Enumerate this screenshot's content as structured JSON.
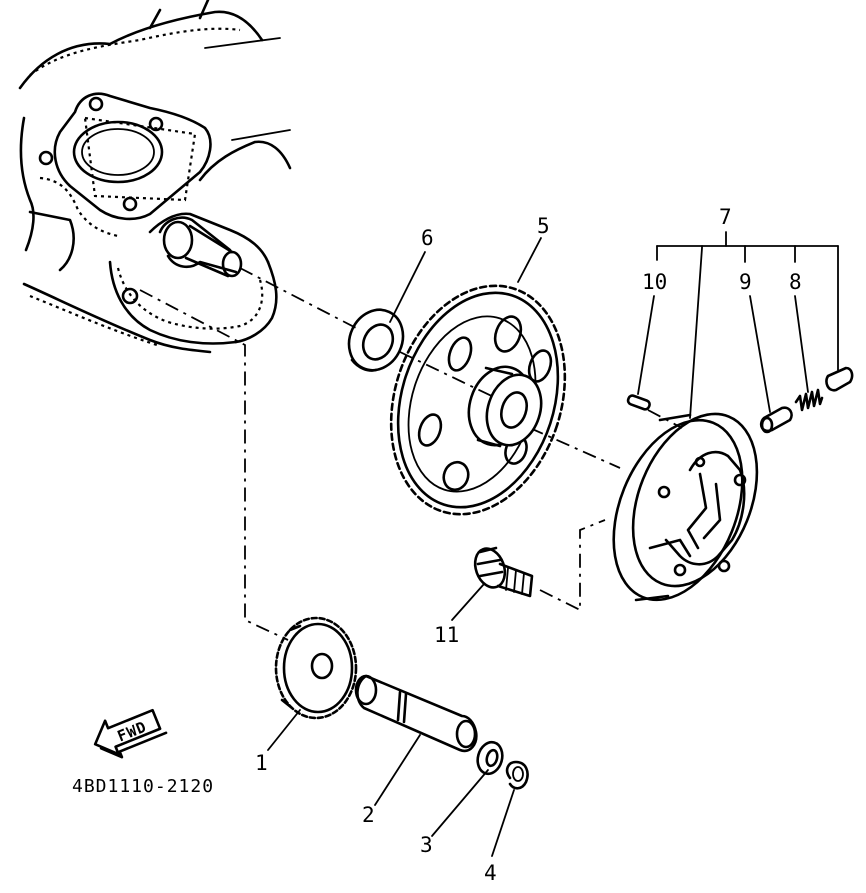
{
  "diagram_code": "4BD1110-2120",
  "fwd_label": "FWD",
  "callouts": {
    "c1": "1",
    "c2": "2",
    "c3": "3",
    "c4": "4",
    "c5": "5",
    "c6": "6",
    "c7": "7",
    "c8": "8",
    "c9": "9",
    "c10": "10",
    "c11": "11"
  }
}
